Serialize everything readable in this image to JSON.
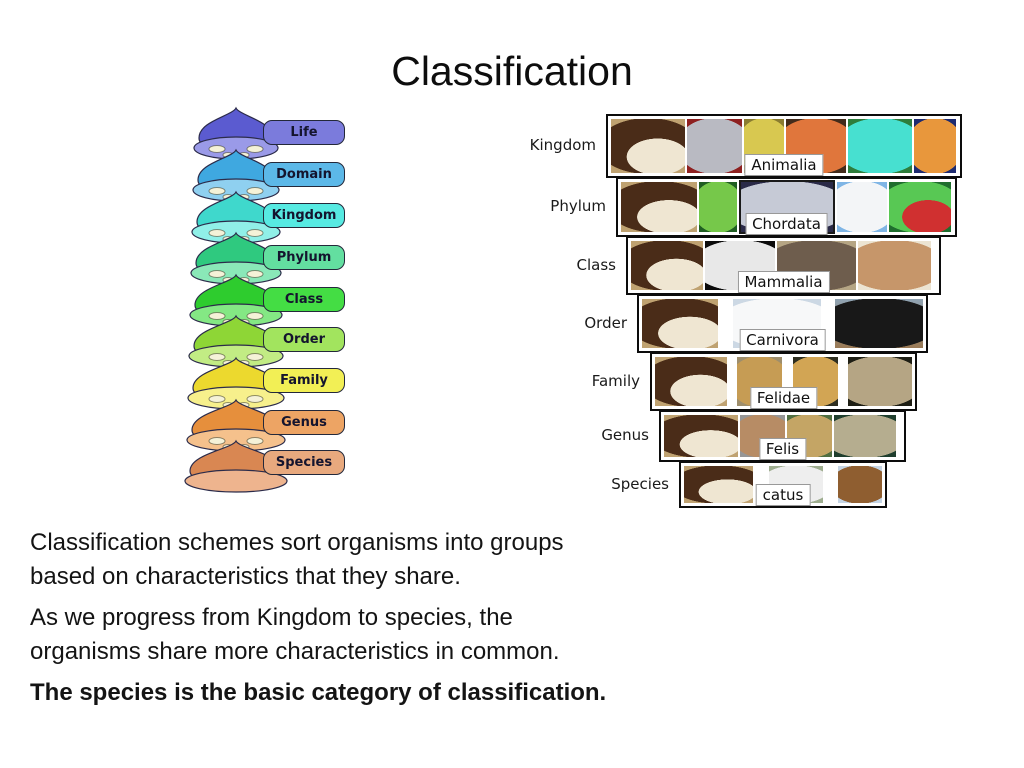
{
  "slide": {
    "title": "Classification",
    "paragraphs": [
      {
        "text": "Classification schemes sort organisms into groups based on characteristics that they share.",
        "bold": false
      },
      {
        "text": "As we progress from Kingdom to species, the organisms share more characteristics in common.",
        "bold": false
      },
      {
        "text": "The species is the basic category of classification.",
        "bold": true
      }
    ]
  },
  "funnel": {
    "description": "taxonomic-rank-funnel",
    "tiers": [
      {
        "label": "Life",
        "dome": "#5b5bd0",
        "base": "#9a9ae8",
        "label_bg": "#7b7bdc"
      },
      {
        "label": "Domain",
        "dome": "#3fa8e0",
        "base": "#8fd0f0",
        "label_bg": "#5cb8e8"
      },
      {
        "label": "Kingdom",
        "dome": "#3fd8cc",
        "base": "#90f0e8",
        "label_bg": "#57eae2"
      },
      {
        "label": "Phylum",
        "dome": "#2fc97f",
        "base": "#8ae8b8",
        "label_bg": "#63dfa0"
      },
      {
        "label": "Class",
        "dome": "#2ecc2e",
        "base": "#84e884",
        "label_bg": "#44dd44"
      },
      {
        "label": "Order",
        "dome": "#8ed636",
        "base": "#c2ec84",
        "label_bg": "#a2e45e"
      },
      {
        "label": "Family",
        "dome": "#ecd92e",
        "base": "#f7f08c",
        "label_bg": "#f2ef55"
      },
      {
        "label": "Genus",
        "dome": "#e68f3c",
        "base": "#f5c18c",
        "label_bg": "#eda464"
      },
      {
        "label": "Species",
        "dome": "#d98752",
        "base": "#eeb48e",
        "label_bg": "#e8a97e"
      }
    ]
  },
  "taxonomy": {
    "rows": [
      {
        "rank": "Kingdom",
        "taxon": "Animalia",
        "tiles": [
          {
            "name": "cat",
            "w": 74,
            "bg": "#bfa271",
            "fg": "#4a2c18",
            "fg2": "#efe6d2"
          },
          {
            "name": "roundworm",
            "w": 55,
            "bg": "#8e2020",
            "fg": "#b9bac2"
          },
          {
            "name": "sea-anemone",
            "w": 40,
            "bg": "#8a7c30",
            "fg": "#d8c850"
          },
          {
            "name": "snail",
            "w": 60,
            "bg": "#422b1b",
            "fg": "#e0763c"
          },
          {
            "name": "butterfly",
            "w": 64,
            "bg": "#2e7d3c",
            "fg": "#47e0d0"
          },
          {
            "name": "jellyfish",
            "w": 42,
            "bg": "#1e2b70",
            "fg": "#e8973c"
          }
        ]
      },
      {
        "rank": "Phylum",
        "taxon": "Chordata",
        "tiles": [
          {
            "name": "cat",
            "w": 76,
            "bg": "#bfa271",
            "fg": "#4a2c18",
            "fg2": "#efe6d2"
          },
          {
            "name": "lizard",
            "w": 38,
            "bg": "#205e23",
            "fg": "#76c84a"
          },
          {
            "name": "fish",
            "w": 92,
            "bg": "#2a2a48",
            "fg": "#c6cad6",
            "frame": true
          },
          {
            "name": "seagull",
            "w": 50,
            "bg": "#7fb5e5",
            "fg": "#f3f5f7"
          },
          {
            "name": "tree-frog",
            "w": 62,
            "bg": "#1f6e2e",
            "fg": "#58c854",
            "fg2": "#d03030"
          }
        ]
      },
      {
        "rank": "Class",
        "taxon": "Mammalia",
        "tiles": [
          {
            "name": "cat",
            "w": 72,
            "bg": "#bfa271",
            "fg": "#4a2c18",
            "fg2": "#efe6d2"
          },
          {
            "name": "horse",
            "w": 70,
            "bg": "#0b0b0b",
            "fg": "#e8e8e8"
          },
          {
            "name": "elephant",
            "w": 79,
            "bg": "#b5a584",
            "fg": "#6e5d4d"
          },
          {
            "name": "bat",
            "w": 73,
            "bg": "#ece4d2",
            "fg": "#c6966a"
          }
        ]
      },
      {
        "rank": "Order",
        "taxon": "Carnivora",
        "spread": true,
        "tiles": [
          {
            "name": "cat",
            "w": 76,
            "bg": "#bfa271",
            "fg": "#4a2c18",
            "fg2": "#efe6d2"
          },
          {
            "name": "seal-pup",
            "w": 88,
            "bg": "#ccd8e4",
            "fg": "#f7f8f9"
          },
          {
            "name": "black-bear",
            "w": 88,
            "bg": "#8fa3b3",
            "bg2": "#9a7a55",
            "fg": "#181818"
          }
        ]
      },
      {
        "rank": "Family",
        "taxon": "Felidae",
        "spread": true,
        "tiles": [
          {
            "name": "cat",
            "w": 72,
            "bg": "#bfa271",
            "fg": "#4a2c18",
            "fg2": "#efe6d2"
          },
          {
            "name": "lion",
            "w": 45,
            "bg": "#9e8e6c",
            "fg": "#c69c54"
          },
          {
            "name": "leopard",
            "w": 45,
            "bg": "#2e2e20",
            "fg": "#d2a554"
          },
          {
            "name": "lynx",
            "w": 64,
            "bg": "#1e1e14",
            "fg": "#b5a584"
          }
        ]
      },
      {
        "rank": "Genus",
        "taxon": "Felis",
        "tiles": [
          {
            "name": "cat",
            "w": 74,
            "bg": "#bfa271",
            "fg": "#4a2c18",
            "fg2": "#efe6d2"
          },
          {
            "name": "puma",
            "w": 45,
            "bg": "#969696",
            "fg": "#b78c65"
          },
          {
            "name": "serval",
            "w": 45,
            "bg": "#506e40",
            "fg": "#c4a565"
          },
          {
            "name": "leopard-cat",
            "w": 62,
            "bg": "#1f3e2d",
            "fg": "#b5ad8f"
          }
        ]
      },
      {
        "rank": "Species",
        "taxon": "catus",
        "spread": true,
        "tiles": [
          {
            "name": "cat",
            "w": 69,
            "bg": "#bfa271",
            "fg": "#4a2c18",
            "fg2": "#efe6d2"
          },
          {
            "name": "persian-cat",
            "w": 54,
            "bg": "#9ead8f",
            "fg": "#eeeeee"
          },
          {
            "name": "brown-cat",
            "w": 44,
            "bg": "#c4d4e4",
            "fg": "#8f5e30"
          }
        ]
      }
    ]
  }
}
